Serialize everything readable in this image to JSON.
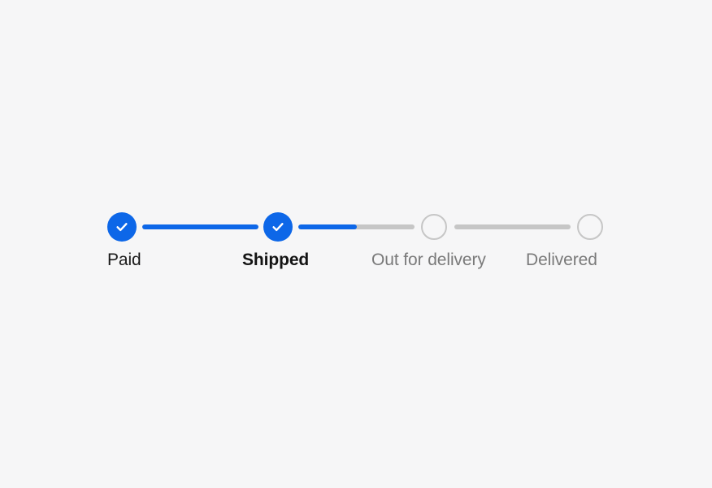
{
  "theme": {
    "background": "#f6f6f7",
    "accent": "#0d67e8",
    "muted_track": "#c6c6c6",
    "label_active": "#131313",
    "label_complete": "#1a1a1a",
    "label_pending": "#7a7a7a"
  },
  "stepper": {
    "name": "order-status-stepper",
    "current_step_index": 1,
    "steps": [
      {
        "label": "Paid",
        "state": "complete",
        "icon": "check-icon",
        "connector_after_fill_percent": 100
      },
      {
        "label": "Shipped",
        "state": "current",
        "icon": "check-icon",
        "connector_after_fill_percent": 50
      },
      {
        "label": "Out for delivery",
        "state": "pending",
        "icon": "empty-circle-icon",
        "connector_after_fill_percent": 0
      },
      {
        "label": "Delivered",
        "state": "pending",
        "icon": "empty-circle-icon",
        "connector_after_fill_percent": null
      }
    ]
  }
}
